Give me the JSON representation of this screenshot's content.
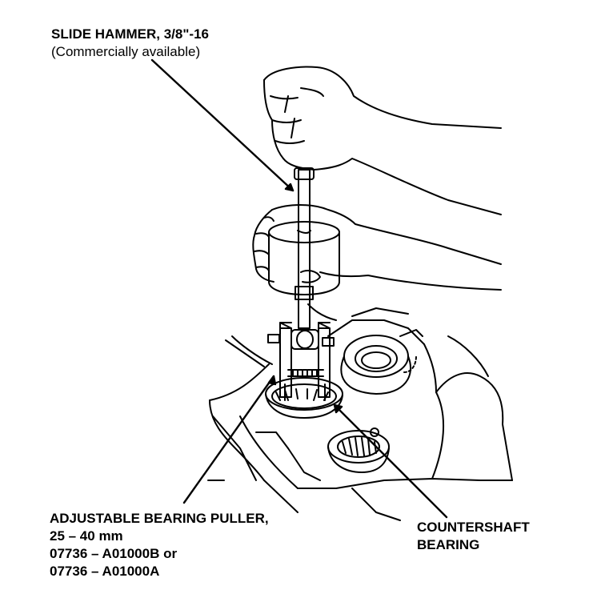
{
  "labels": {
    "slide_hammer": {
      "line1": "SLIDE HAMMER, 3/8\"-16",
      "line2": "(Commercially available)"
    },
    "bearing_puller": {
      "line1": "ADJUSTABLE BEARING PULLER,",
      "line2": "25 – 40 mm",
      "line3": "07736 – A01000B or",
      "line4": "07736 – A01000A"
    },
    "countershaft_bearing": {
      "line1": "COUNTERSHAFT",
      "line2": "BEARING"
    }
  },
  "colors": {
    "ink": "#000000",
    "paper": "#ffffff"
  }
}
